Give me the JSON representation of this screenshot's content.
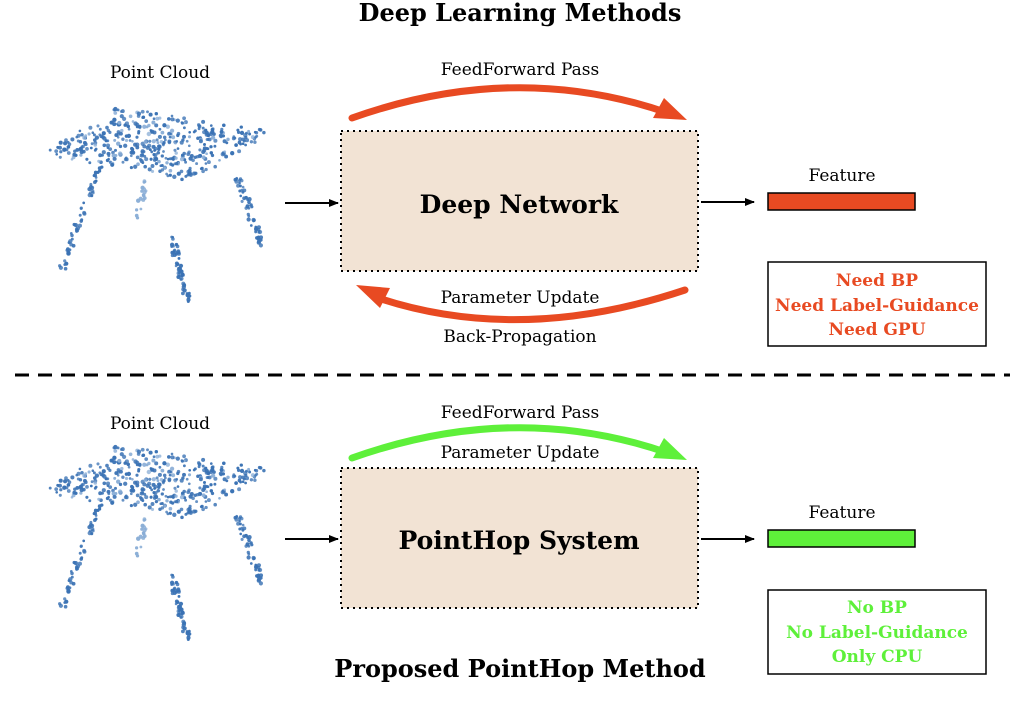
{
  "top": {
    "title": "Deep Learning Methods",
    "input_label": "Point Cloud",
    "forward_label": "FeedForward Pass",
    "box_label": "Deep Network",
    "update_label": "Parameter Update",
    "backprop_label": "Back-Propagation",
    "feature_label": "Feature",
    "properties": [
      "Need BP",
      "Need Label-Guidance",
      "Need GPU"
    ],
    "accent_color": "#e84a22"
  },
  "bottom": {
    "title": "Proposed PointHop Method",
    "input_label": "Point Cloud",
    "forward_label": "FeedForward Pass",
    "update_label": "Parameter Update",
    "box_label": "PointHop System",
    "feature_label": "Feature",
    "properties": [
      "No BP",
      "No Label-Guidance",
      "Only CPU"
    ],
    "accent_color": "#5ef03a"
  },
  "colors": {
    "box_fill": "#f2e3d4",
    "point_color": "#3a72b4",
    "point_light": "#89add6"
  }
}
